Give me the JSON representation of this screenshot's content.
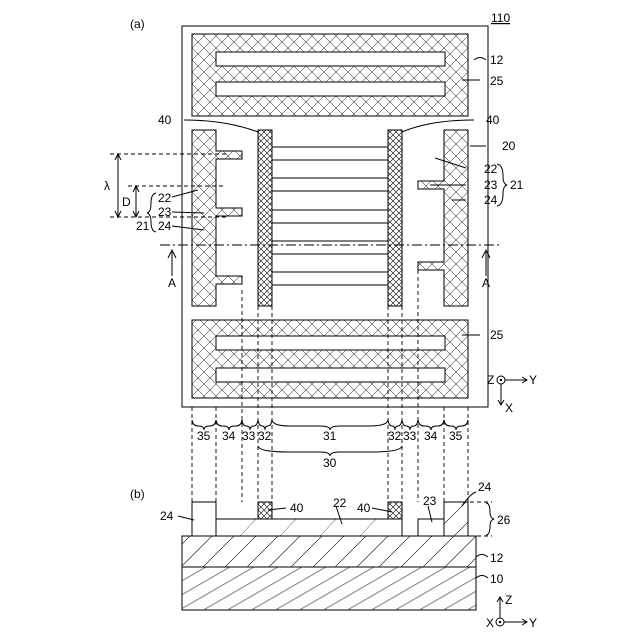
{
  "figure_number": "110",
  "panel_a": {
    "tag": "(a)",
    "refs": {
      "r12": "12",
      "r25_top": "25",
      "r25_bottom": "25",
      "r40_left": "40",
      "r40_right": "40",
      "r20": "20",
      "r22_right": "22",
      "r23_right": "23",
      "r24_right": "24",
      "r21_right": "21",
      "r22_left": "22",
      "r23_left": "23",
      "r24_left": "24",
      "r21_left": "21"
    },
    "dims": {
      "lambda": "λ",
      "d": "D"
    },
    "section_marks": {
      "left": "A",
      "right": "A"
    },
    "axes": {
      "z": "Z",
      "y": "Y",
      "x": "X"
    },
    "regions": [
      "35",
      "34",
      "33",
      "32",
      "31",
      "32",
      "33",
      "34",
      "35"
    ],
    "group_30": "30"
  },
  "panel_b": {
    "tag": "(b)",
    "refs": {
      "r24_left": "24",
      "r40_left": "40",
      "r22": "22",
      "r40_right": "40",
      "r23": "23",
      "r24_right": "24",
      "r26": "26",
      "r12": "12",
      "r10": "10"
    },
    "axes": {
      "z": "Z",
      "x": "X",
      "y": "Y"
    }
  }
}
